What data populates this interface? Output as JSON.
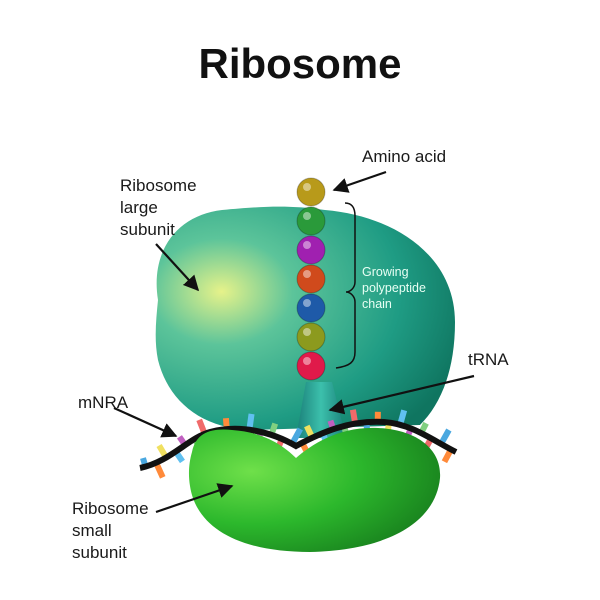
{
  "title": "Ribosome",
  "labels": {
    "large_subunit": [
      "Ribosome",
      "large",
      "subunit"
    ],
    "amino_acid": "Amino acid",
    "polypeptide": [
      "Growing",
      "polypeptide",
      "chain"
    ],
    "trna": "tRNA",
    "mrna": "mNRA",
    "small_subunit": [
      "Ribosome",
      "small",
      "subunit"
    ]
  },
  "colors": {
    "large_subunit": "#1fa88a",
    "small_subunit": "#2ec833",
    "trna": "#25a89a",
    "mrna_backbone": "#111111",
    "beads": [
      "#e01a4a",
      "#8c9a1e",
      "#1e5aa8",
      "#d04a1c",
      "#a020b0",
      "#2a9a3a",
      "#b89a1a"
    ],
    "codons": [
      "#4aa8e0",
      "#ff8a3a",
      "#f0e060",
      "#60c0f0",
      "#c060c0",
      "#80d080",
      "#f06a6a"
    ]
  }
}
